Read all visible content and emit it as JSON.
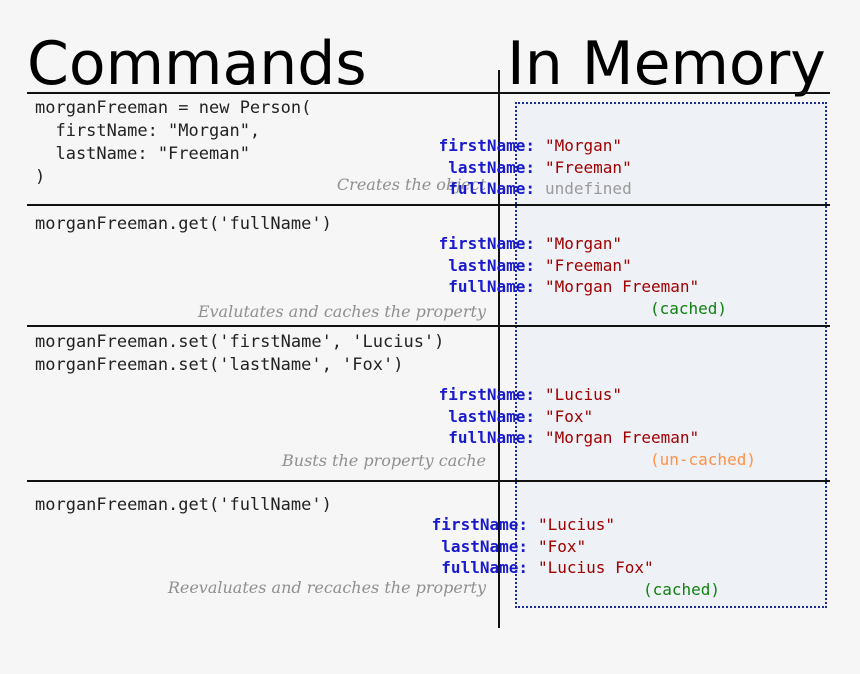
{
  "headings": {
    "commands": "Commands",
    "memory": "In Memory"
  },
  "rows": [
    {
      "command": "morganFreeman = new Person(\n  firstName: \"Morgan\",\n  lastName: \"Freeman\"\n)",
      "note": "Creates the object",
      "memory": {
        "firstName": {
          "key": "firstName:",
          "value": "\"Morgan\""
        },
        "lastName": {
          "key": "lastName:",
          "value": "\"Freeman\""
        },
        "fullName": {
          "key": "fullName:",
          "value": "undefined"
        }
      }
    },
    {
      "command": "morganFreeman.get('fullName')",
      "note": "Evalutates and caches the property",
      "memory": {
        "firstName": {
          "key": "firstName:",
          "value": "\"Morgan\""
        },
        "lastName": {
          "key": "lastName:",
          "value": "\"Freeman\""
        },
        "fullName": {
          "key": "fullName:",
          "value": "\"Morgan Freeman\"",
          "status": "(cached)"
        }
      }
    },
    {
      "command": "morganFreeman.set('firstName', 'Lucius')\nmorganFreeman.set('lastName', 'Fox')",
      "note": "Busts the property cache",
      "memory": {
        "firstName": {
          "key": "firstName:",
          "value": "\"Lucius\""
        },
        "lastName": {
          "key": "lastName:",
          "value": "\"Fox\""
        },
        "fullName": {
          "key": "fullName:",
          "value": "\"Morgan Freeman\"",
          "status": "(un-cached)"
        }
      }
    },
    {
      "command": "morganFreeman.get('fullName')",
      "note": "Reevaluates and recaches the property",
      "memory": {
        "firstName": {
          "key": "firstName:",
          "value": "\"Lucius\""
        },
        "lastName": {
          "key": "lastName:",
          "value": "\"Fox\""
        },
        "fullName": {
          "key": "fullName:",
          "value": "\"Lucius Fox\"",
          "status": "(cached)"
        }
      }
    }
  ],
  "colors": {
    "key": "#1a1acd",
    "string_value": "#a00000",
    "undefined_value": "#9a9a9a",
    "cached": "#118011",
    "uncached": "#ff9248",
    "note": "#8f8f8f",
    "memory_border": "#1a2a9a"
  }
}
